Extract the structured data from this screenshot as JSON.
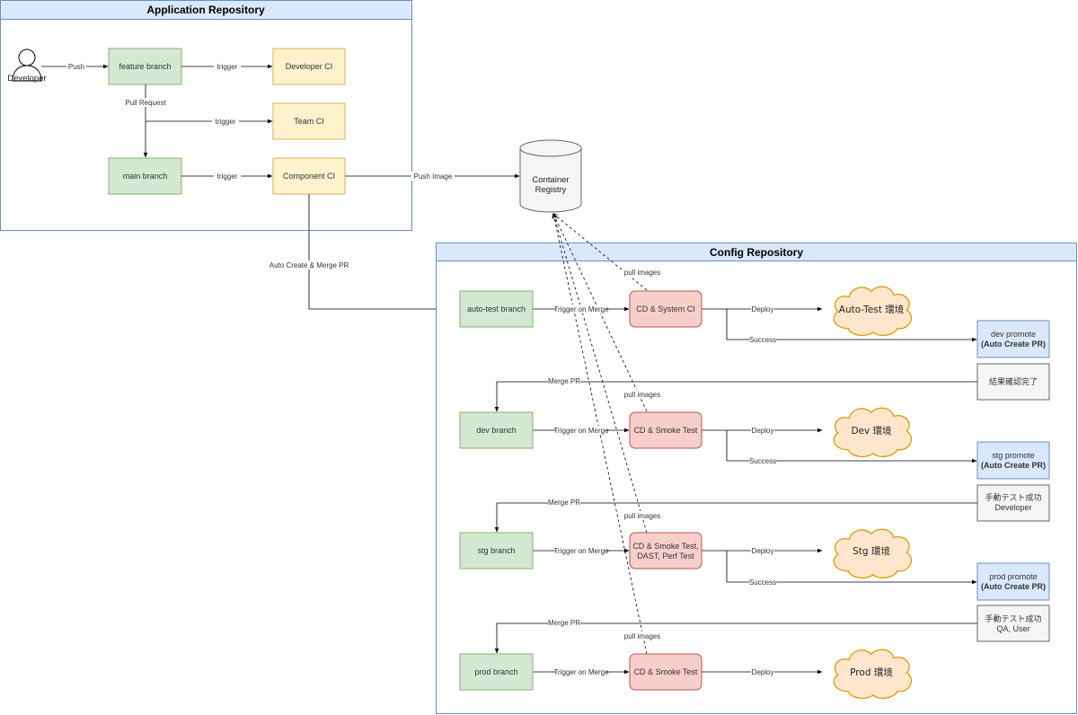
{
  "app_repo": {
    "title": "Application Repository",
    "developer": "Developer",
    "feature_branch": "feature branch",
    "main_branch": "main branch",
    "developer_ci": "Developer CI",
    "team_ci": "Team CI",
    "component_ci": "Component CI",
    "push": "Push",
    "pull_request": "Pull Request",
    "trigger": "trigger"
  },
  "registry": {
    "line1": "Container",
    "line2": "Registry",
    "push_image": "Push Image"
  },
  "auto_create_merge": "Auto Create & Merge PR",
  "config_repo": {
    "title": "Config Repository",
    "trigger_on_merge": "Trigger on Merge",
    "deploy": "Deploy",
    "success": "Success",
    "merge_pr": "Merge PR",
    "pull_images": "pull images",
    "branches": {
      "auto_test": "auto-test branch",
      "dev": "dev branch",
      "stg": "stg branch",
      "prod": "prod branch"
    },
    "cd": {
      "auto_test": "CD & System CI",
      "dev": "CD & Smoke Test",
      "stg_line1": "CD & Smoke Test,",
      "stg_line2": "DAST, Perf Test",
      "prod": "CD & Smoke Test"
    },
    "envs": {
      "auto_test": "Auto-Test 環境",
      "dev": "Dev 環境",
      "stg": "Stg 環境",
      "prod": "Prod 環境"
    },
    "promote": {
      "dev_line1": "dev promote",
      "stg_line1": "stg promote",
      "prod_line1": "prod promote",
      "auto_create": "(Auto Create PR)"
    },
    "approvals": {
      "result_confirmed": "結果確認完了",
      "manual_test_success": "手動テスト成功",
      "developer": "Developer",
      "qa_user": "QA, User"
    }
  },
  "colors": {
    "repo_header": "#dae8fc",
    "repo_border": "#6c8ebf",
    "branch_fill": "#d5e8d4",
    "branch_border": "#82b366",
    "ci_fill": "#fff2cc",
    "ci_border": "#d6b656",
    "cd_fill": "#f8cecc",
    "cd_border": "#b85450",
    "cloud_fill": "#ffe6cc",
    "cloud_border": "#d79b00",
    "approval_fill": "#f5f5f5",
    "approval_border": "#666666"
  }
}
